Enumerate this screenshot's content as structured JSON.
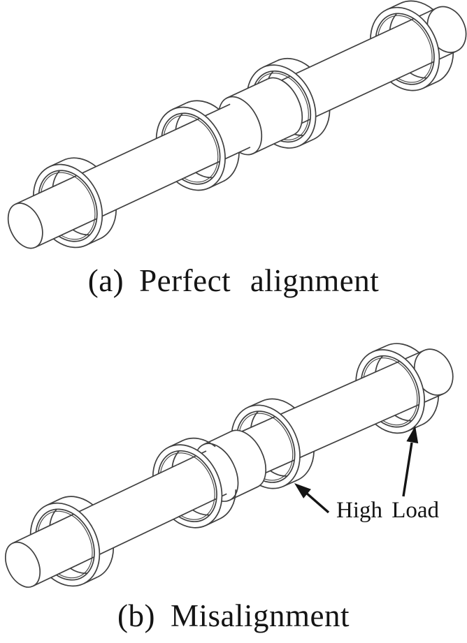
{
  "style": {
    "background": "#ffffff",
    "line_color": "#3f3f3f",
    "annotation_color": "#141414"
  },
  "panel_a": {
    "caption_label": "(a)",
    "caption_text": "Perfect alignment"
  },
  "panel_b": {
    "caption_label": "(b)",
    "caption_text": "Misalignment",
    "annotation_label": "High Load"
  }
}
